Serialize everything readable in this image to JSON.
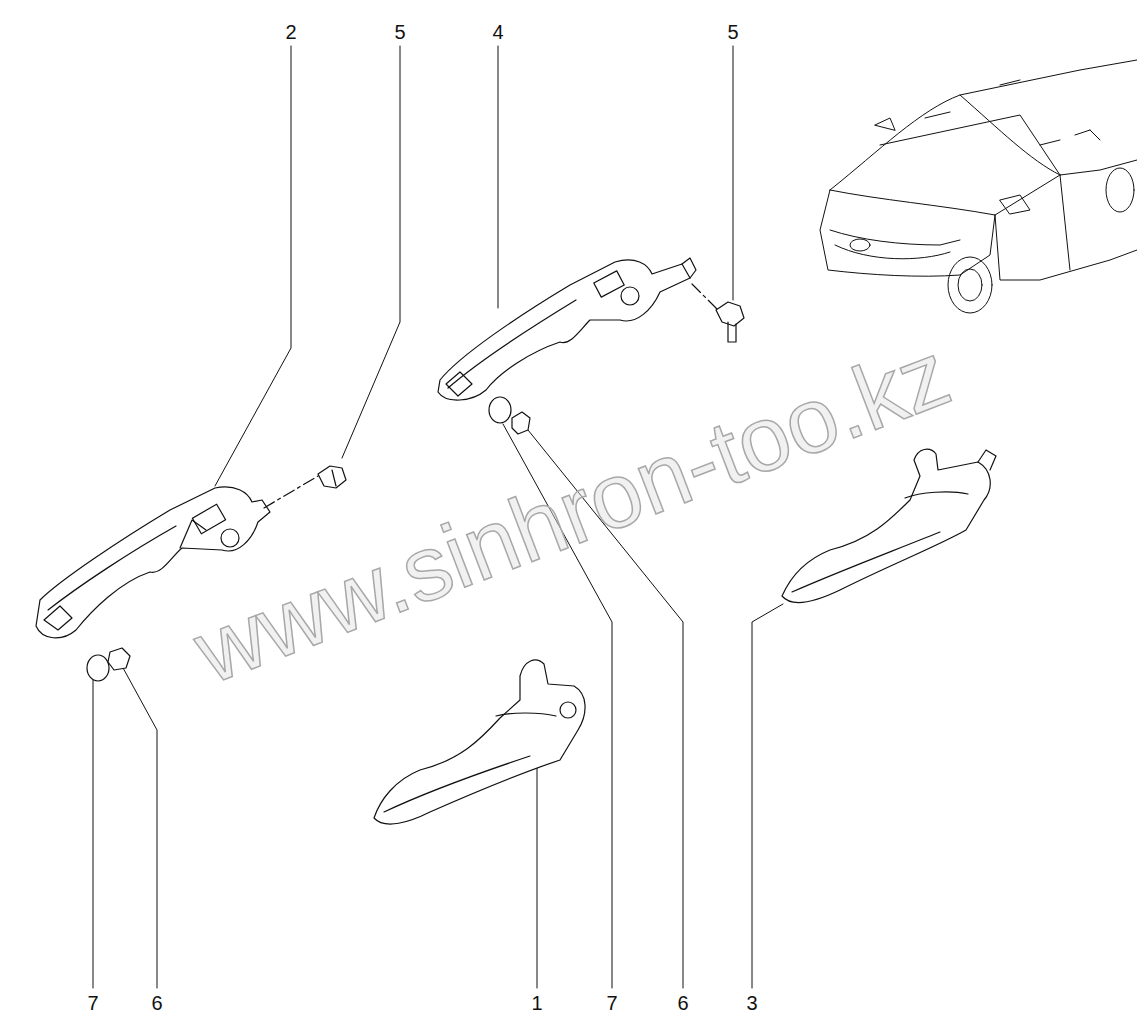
{
  "diagram": {
    "labels": [
      "2",
      "5",
      "4",
      "5",
      "www.sinhron-too.kz",
      "7",
      "6",
      "1",
      "7",
      "6",
      "3"
    ]
  }
}
